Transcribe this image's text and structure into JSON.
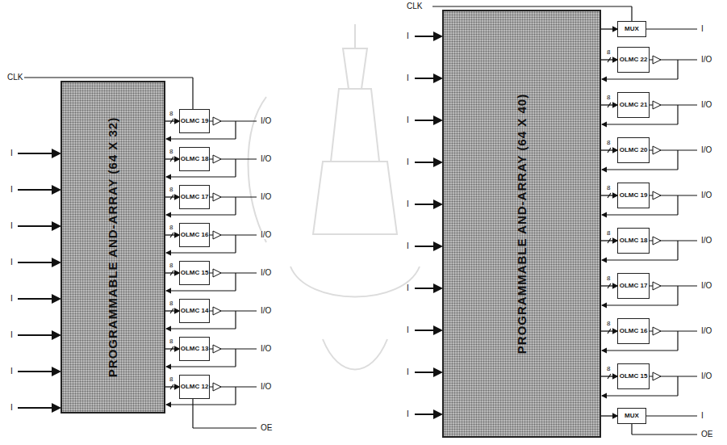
{
  "diagram": {
    "nodes": [
      {
        "text": [
          "PROGRAMMABLE AND-ARRAY (64 X 32)"
        ]
      },
      {
        "text": [
          "OLMC 19"
        ]
      },
      {
        "text": [
          "OLMC 18"
        ]
      },
      {
        "text": [
          "OLMC 17"
        ]
      },
      {
        "text": [
          "OLMC 16"
        ]
      },
      {
        "text": [
          "OLMC 15"
        ]
      },
      {
        "text": [
          "OLMC 14"
        ]
      },
      {
        "text": [
          "OLMC 13"
        ]
      },
      {
        "text": [
          "OLMC 12"
        ]
      },
      {
        "text": [
          "PROGRAMMABLE AND-ARRAY (64 X 40)"
        ]
      },
      {
        "text": [
          "MUX"
        ]
      },
      {
        "text": [
          "OLMC 22"
        ]
      },
      {
        "text": [
          "OLMC 21"
        ]
      },
      {
        "text": [
          "OLMC 20"
        ]
      },
      {
        "text": [
          "OLMC 19"
        ]
      },
      {
        "text": [
          "OLMC 18"
        ]
      },
      {
        "text": [
          "OLMC 17"
        ]
      },
      {
        "text": [
          "OLMC 16"
        ]
      },
      {
        "text": [
          "OLMC 15"
        ]
      },
      {
        "text": [
          "MUX"
        ]
      }
    ],
    "edges": [
      {
        "from": 0,
        "to": 1,
        "arrow": "to"
      },
      {
        "from": 0,
        "to": 2,
        "arrow": "to"
      },
      {
        "from": 0,
        "to": 3,
        "arrow": "to"
      },
      {
        "from": 0,
        "to": 4,
        "arrow": "to"
      },
      {
        "from": 0,
        "to": 5,
        "arrow": "to"
      },
      {
        "from": 0,
        "to": 6,
        "arrow": "to"
      },
      {
        "from": 0,
        "to": 7,
        "arrow": "to"
      },
      {
        "from": 0,
        "to": 8,
        "arrow": "to"
      },
      {
        "from": 9,
        "to": 10,
        "arrow": "to"
      },
      {
        "from": 9,
        "to": 11,
        "arrow": "to"
      },
      {
        "from": 9,
        "to": 12,
        "arrow": "to"
      },
      {
        "from": 9,
        "to": 13,
        "arrow": "to"
      },
      {
        "from": 9,
        "to": 14,
        "arrow": "to"
      },
      {
        "from": 9,
        "to": 15,
        "arrow": "to"
      },
      {
        "from": 9,
        "to": 16,
        "arrow": "to"
      },
      {
        "from": 9,
        "to": 17,
        "arrow": "to"
      },
      {
        "from": 9,
        "to": 18,
        "arrow": "to"
      },
      {
        "from": 9,
        "to": 19,
        "arrow": "to"
      }
    ],
    "labels": [
      "CLK",
      "I",
      "I",
      "I",
      "I",
      "I",
      "I",
      "I",
      "I",
      "8",
      "8",
      "8",
      "8",
      "8",
      "8",
      "8",
      "8",
      "I/O",
      "I/O",
      "I/O",
      "I/O",
      "I/O",
      "I/O",
      "I/O",
      "I/O",
      "OE",
      "CLK",
      "I",
      "I",
      "I",
      "I",
      "I",
      "I",
      "I",
      "I",
      "I",
      "I",
      "8",
      "8",
      "8",
      "8",
      "8",
      "8",
      "8",
      "8",
      "I/O",
      "I/O",
      "I/O",
      "I/O",
      "I/O",
      "I/O",
      "I/O",
      "I/O",
      "I",
      "I",
      "OE"
    ]
  }
}
